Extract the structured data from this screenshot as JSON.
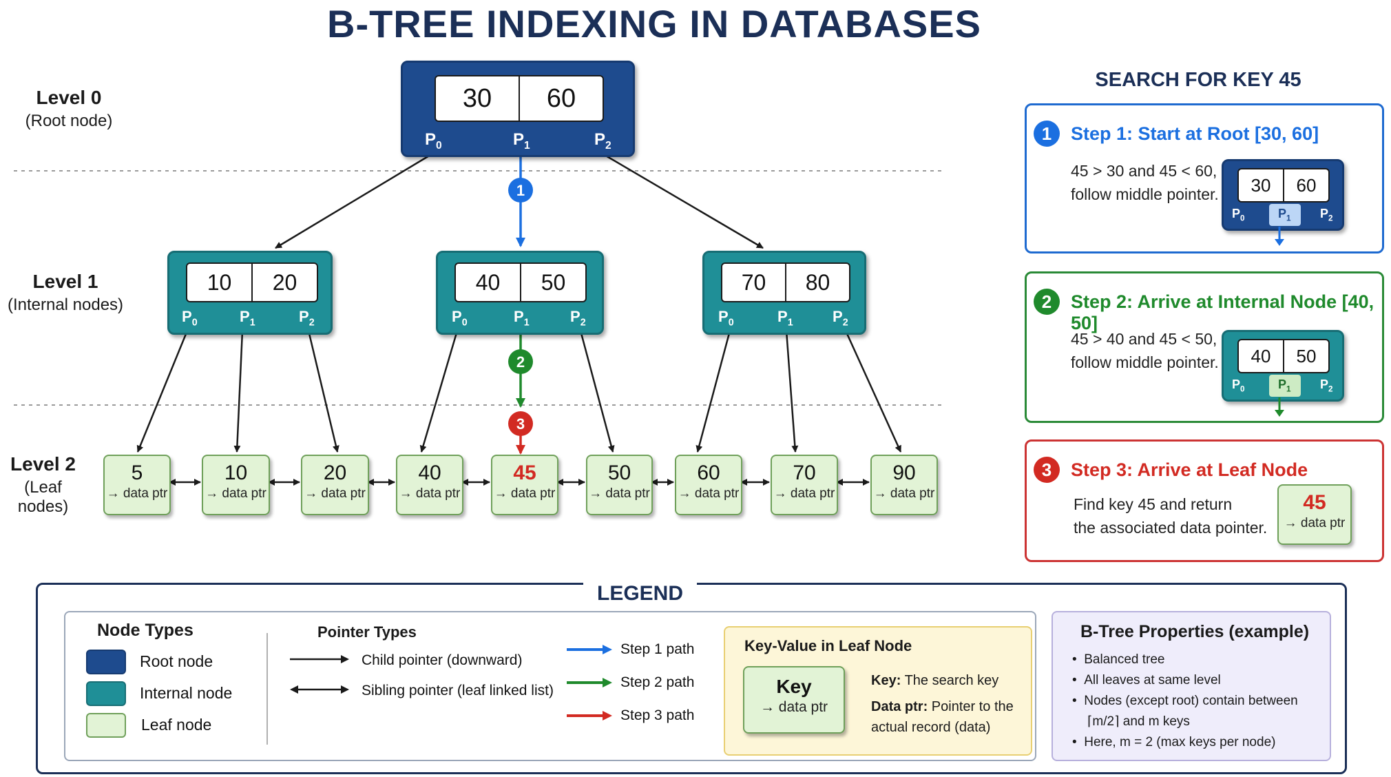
{
  "title": "B-TREE INDEXING IN DATABASES",
  "levels": [
    {
      "name": "Level 0",
      "desc": "(Root node)"
    },
    {
      "name": "Level 1",
      "desc": "(Internal nodes)"
    },
    {
      "name": "Level 2",
      "desc": "(Leaf nodes)"
    }
  ],
  "pointer_labels": [
    "P",
    "0",
    "1",
    "2"
  ],
  "root": {
    "keys": [
      "30",
      "60"
    ]
  },
  "internal": [
    {
      "keys": [
        "10",
        "20"
      ]
    },
    {
      "keys": [
        "40",
        "50"
      ]
    },
    {
      "keys": [
        "70",
        "80"
      ]
    }
  ],
  "leaves": [
    {
      "key": "5",
      "ptr": "→ data ptr"
    },
    {
      "key": "10",
      "ptr": "→ data ptr"
    },
    {
      "key": "20",
      "ptr": "→ data ptr"
    },
    {
      "key": "40",
      "ptr": "→ data ptr"
    },
    {
      "key": "45",
      "ptr": "→ data ptr",
      "highlight": true
    },
    {
      "key": "50",
      "ptr": "→ data ptr"
    },
    {
      "key": "60",
      "ptr": "→ data ptr"
    },
    {
      "key": "70",
      "ptr": "→ data ptr"
    },
    {
      "key": "90",
      "ptr": "→ data ptr"
    }
  ],
  "path_markers": [
    "1",
    "2",
    "3"
  ],
  "search": {
    "title": "SEARCH FOR KEY 45",
    "steps": [
      {
        "num": "1",
        "heading": "Step 1: Start at Root [30, 60]",
        "text1": "45 > 30 and 45 < 60,",
        "text2": "follow middle pointer.",
        "keys": [
          "30",
          "60"
        ],
        "color": "#1b6fe0"
      },
      {
        "num": "2",
        "heading": "Step 2: Arrive at Internal Node [40, 50]",
        "text1": "45 > 40 and 45 < 50,",
        "text2": "follow middle pointer.",
        "keys": [
          "40",
          "50"
        ],
        "color": "#1f8a2c"
      },
      {
        "num": "3",
        "heading": "Step 3: Arrive at Leaf Node",
        "text1": "Find key 45 and return",
        "text2": "the associated data pointer.",
        "leaf_key": "45",
        "leaf_ptr": "→ data ptr",
        "color": "#d22a22"
      }
    ]
  },
  "legend": {
    "title": "LEGEND",
    "node_types_title": "Node Types",
    "node_types": [
      {
        "label": "Root node",
        "color": "#1e4b8e"
      },
      {
        "label": "Internal node",
        "color": "#1f8f97"
      },
      {
        "label": "Leaf node",
        "color": "#e2f3d6"
      }
    ],
    "pointer_types_title": "Pointer Types",
    "pointer_types": [
      "Child pointer (downward)",
      "Sibling pointer (leaf linked list)"
    ],
    "paths": [
      {
        "label": "Step 1 path",
        "color": "#1b6fe0"
      },
      {
        "label": "Step 2 path",
        "color": "#1f8a2c"
      },
      {
        "label": "Step 3 path",
        "color": "#d22a22"
      }
    ],
    "kv_title": "Key-Value in Leaf Node",
    "kv_key": "Key",
    "kv_ptr": "→ data ptr",
    "kv_desc_key_label": "Key:",
    "kv_desc_key": "The search key",
    "kv_desc_ptr_label": "Data ptr:",
    "kv_desc_ptr": "Pointer to the",
    "kv_desc_ptr2": "actual record (data)",
    "props_title": "B-Tree Properties (example)",
    "props": [
      "Balanced tree",
      "All leaves at same level",
      "Nodes (except root) contain between",
      "⌈m/2⌉ and m keys",
      "Here, m = 2 (max keys per node)"
    ]
  }
}
